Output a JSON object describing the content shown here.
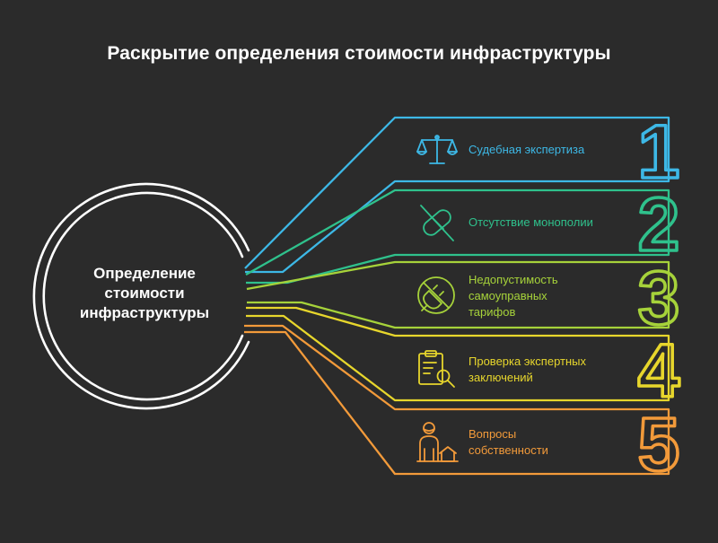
{
  "title": "Раскрытие определения стоимости инфраструктуры",
  "center": {
    "line1": "Определение",
    "line2": "стоимости",
    "line3": "инфраструктуры"
  },
  "items": [
    {
      "number": "1",
      "label_lines": [
        "Судебная экспертиза"
      ],
      "icon": "scales-icon",
      "color": "#3db8e6"
    },
    {
      "number": "2",
      "label_lines": [
        "Отсутствие монополии"
      ],
      "icon": "pill-crossed-icon",
      "color": "#2fc18c"
    },
    {
      "number": "3",
      "label_lines": [
        "Недопустимость",
        "самоуправных",
        "тарифов"
      ],
      "icon": "no-plug-icon",
      "color": "#a6d23a"
    },
    {
      "number": "4",
      "label_lines": [
        "Проверка экспертных",
        "заключений"
      ],
      "icon": "document-search-icon",
      "color": "#e7d62c"
    },
    {
      "number": "5",
      "label_lines": [
        "Вопросы",
        "собственности"
      ],
      "icon": "person-house-icon",
      "color": "#f29a3a"
    }
  ]
}
